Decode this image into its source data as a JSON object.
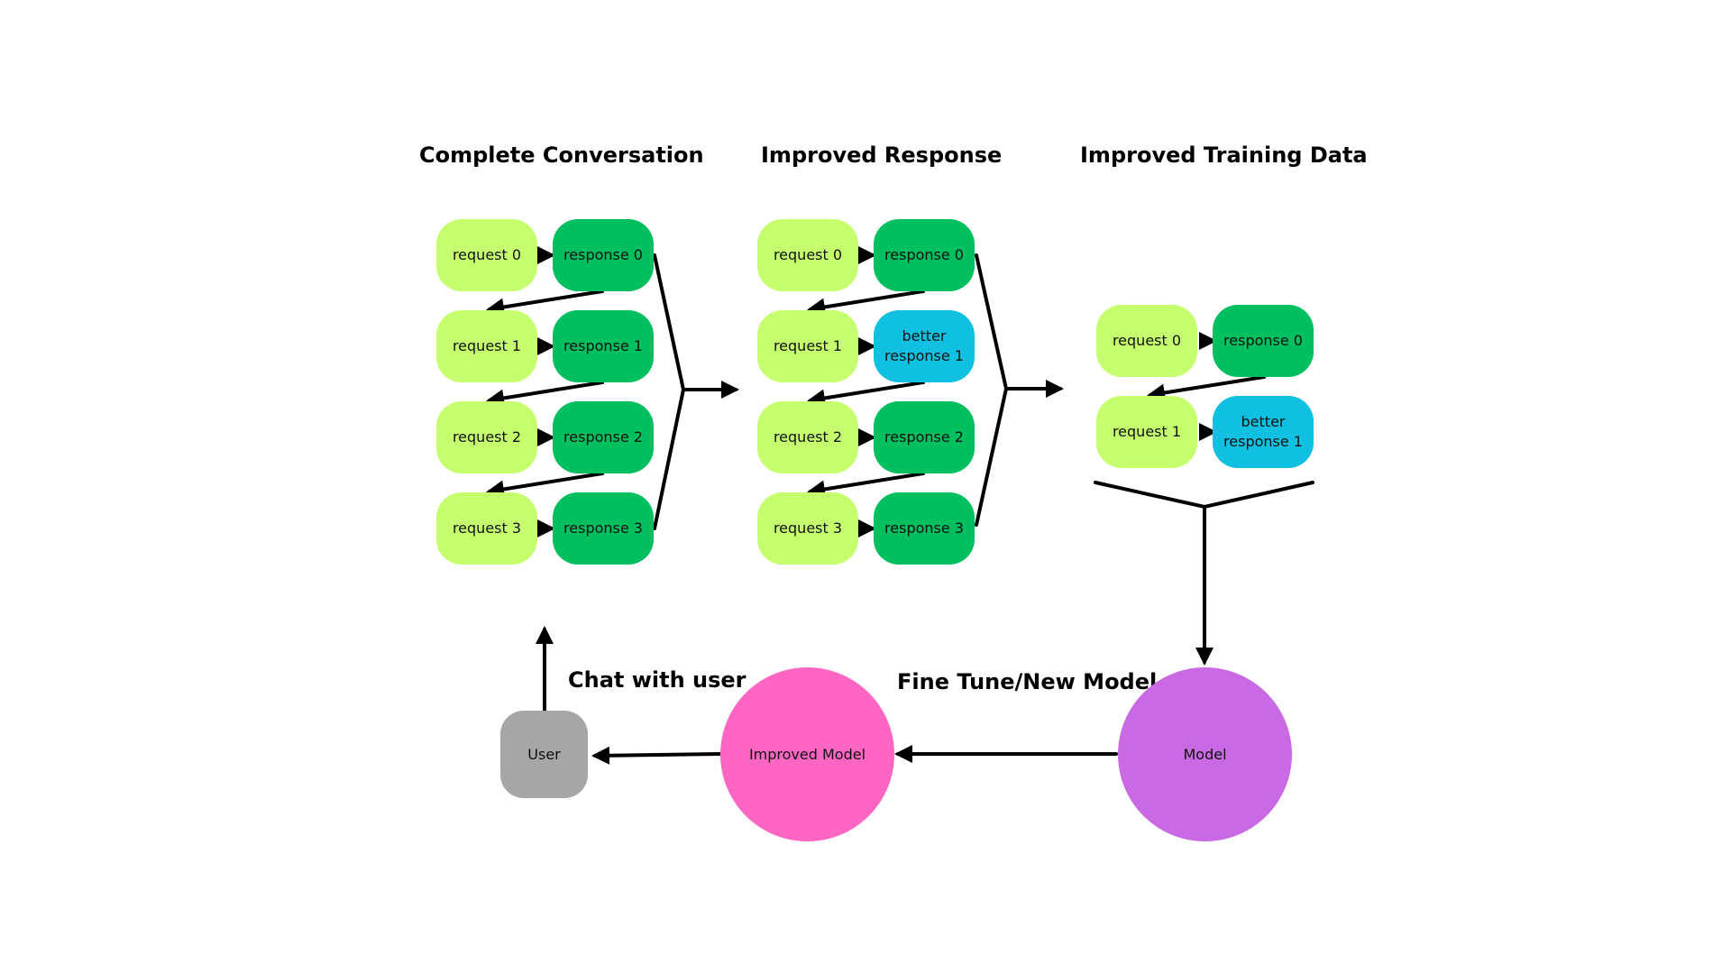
{
  "colors": {
    "request": "#c5ff6e",
    "response": "#00bf5f",
    "better_response": "#0fc0e0",
    "model": "#c96ae4",
    "improved_model": "#ff66c4",
    "user": "#a6a6a6"
  },
  "titles": {
    "complete_conversation": "Complete Conversation",
    "improved_response": "Improved Response",
    "improved_training_data": "Improved Training Data",
    "chat_with_user": "Chat with user",
    "fine_tune": "Fine Tune/New Model"
  },
  "conversation": {
    "rows": [
      {
        "request": "request 0",
        "response": "response 0"
      },
      {
        "request": "request 1",
        "response": "response 1"
      },
      {
        "request": "request 2",
        "response": "response 2"
      },
      {
        "request": "request 3",
        "response": "response 3"
      }
    ]
  },
  "improved": {
    "rows": [
      {
        "request": "request 0",
        "response": "response 0"
      },
      {
        "request": "request 1",
        "response": "better response 1"
      },
      {
        "request": "request 2",
        "response": "response 2"
      },
      {
        "request": "request 3",
        "response": "response 3"
      }
    ]
  },
  "training": {
    "rows": [
      {
        "request": "request 0",
        "response": "response 0"
      },
      {
        "request": "request 1",
        "response": "better response 1"
      }
    ]
  },
  "nodes": {
    "model": "Model",
    "improved_model": "Improved Model",
    "user": "User"
  }
}
